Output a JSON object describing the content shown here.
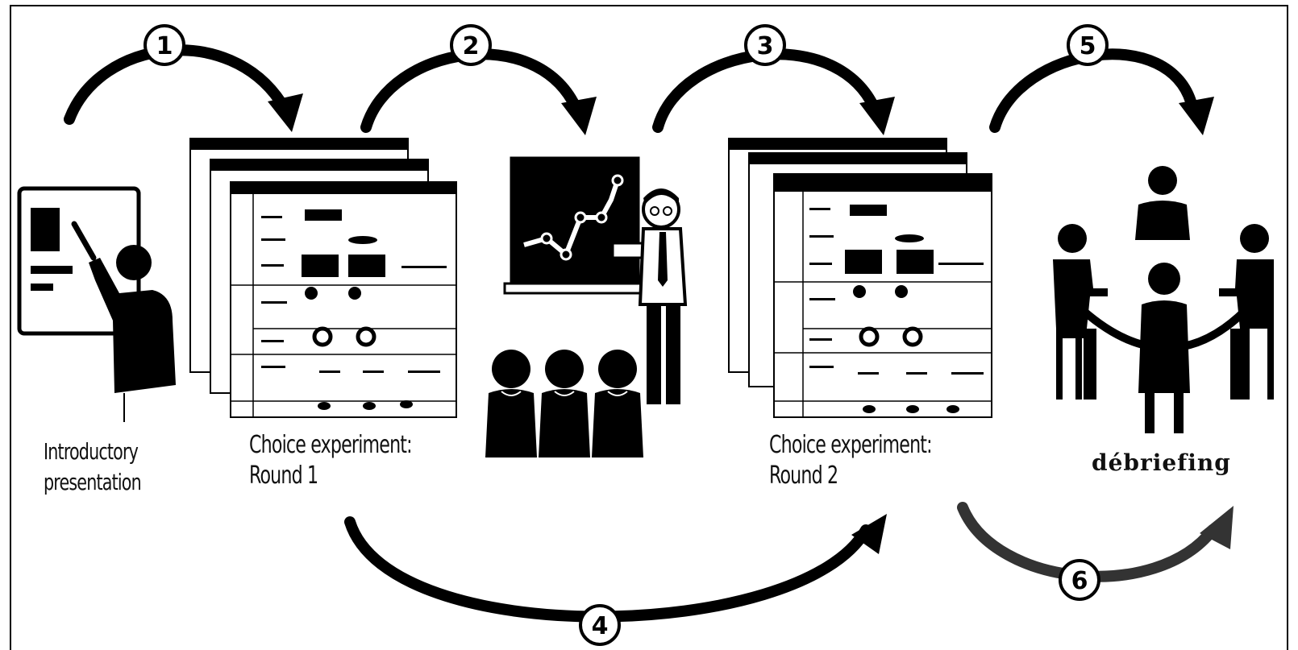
{
  "steps": [
    {
      "number": "1"
    },
    {
      "number": "2"
    },
    {
      "number": "3"
    },
    {
      "number": "4"
    },
    {
      "number": "5"
    },
    {
      "number": "6"
    }
  ],
  "labels": {
    "intro_line1": "Introductory",
    "intro_line2": "presentation",
    "round1_line1": "Choice experiment:",
    "round1_line2": "Round 1",
    "round2_line1": "Choice experiment:",
    "round2_line2": "Round 2",
    "debriefing": "débriefing"
  },
  "colors": {
    "ink": "#000000",
    "paper": "#ffffff"
  }
}
